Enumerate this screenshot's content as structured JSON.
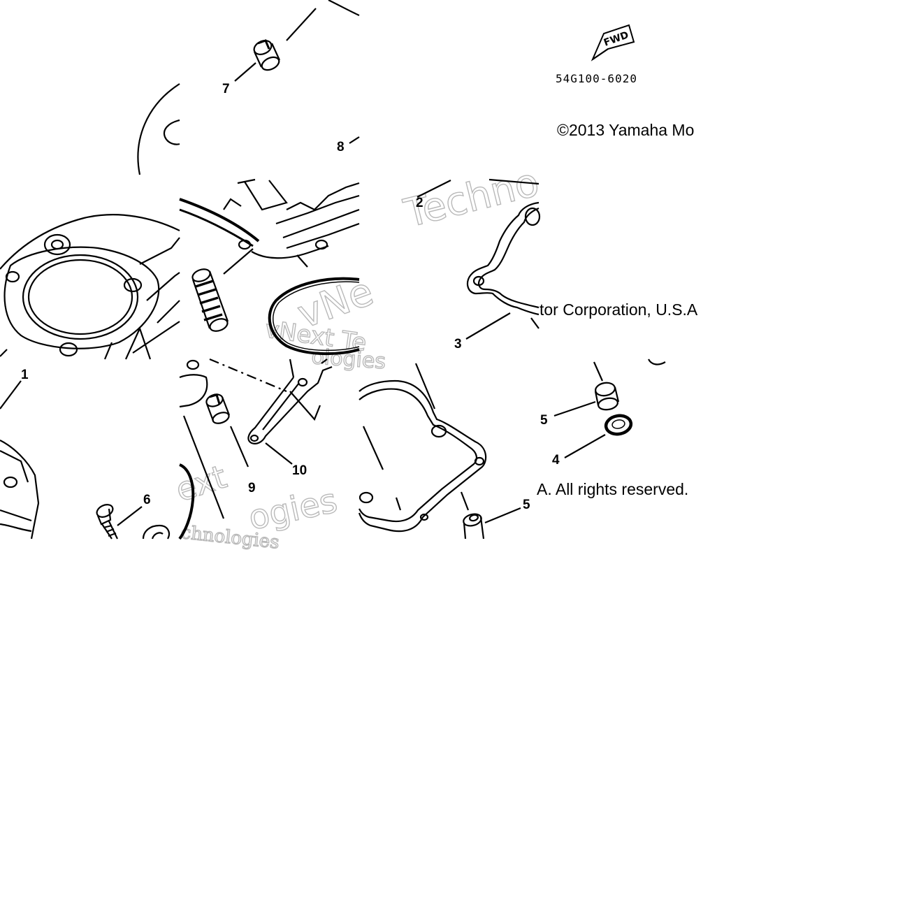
{
  "diagram_code": "54G100-6020",
  "fwd_mark": "FWD",
  "copyright": {
    "line1": "©2013 Yamaha Mo",
    "line2": "tor Corporation, U.S.A",
    "line3": "A. All rights reserved."
  },
  "watermarks": {
    "w1": "Techno",
    "w2": "vNext Te",
    "w3": "ologies",
    "w4": "ext",
    "w5": "chnologies",
    "w6": "ogies"
  },
  "callouts": {
    "p1": "1",
    "p2": "2",
    "p3": "3",
    "p4": "4",
    "p5a": "5",
    "p5b": "5",
    "p6": "6",
    "p7": "7",
    "p8": "8",
    "p9": "9",
    "p10": "10"
  }
}
